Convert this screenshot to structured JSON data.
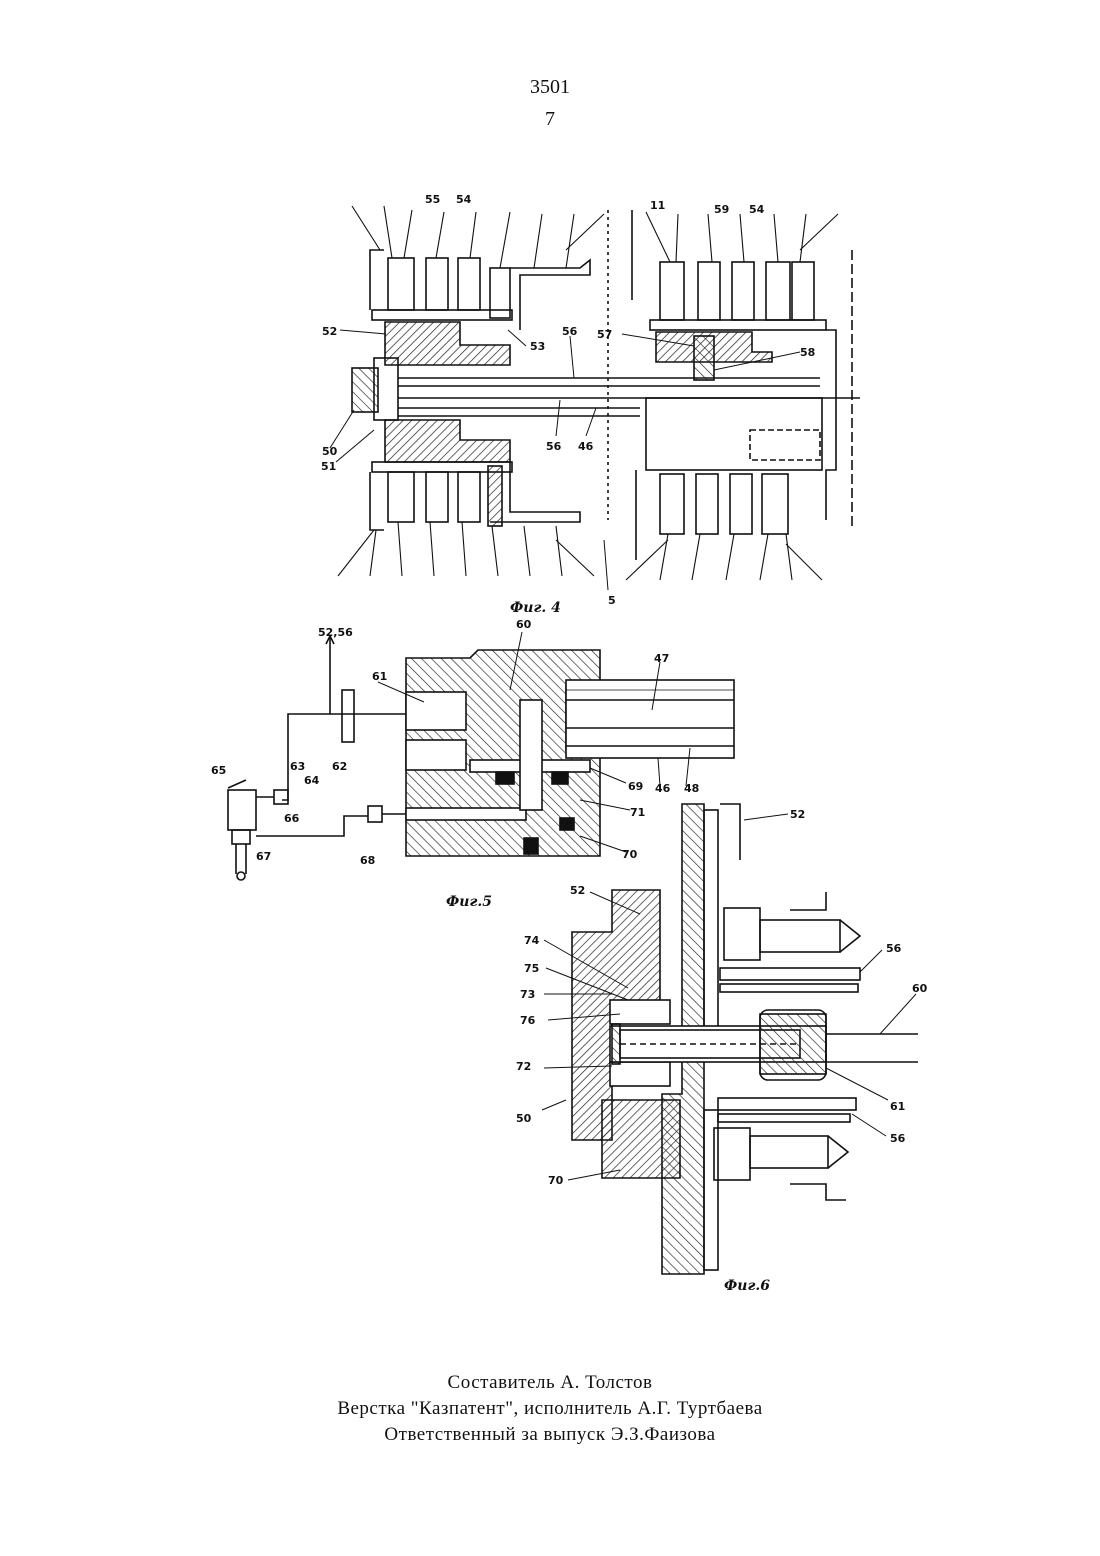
{
  "header": {
    "patent_number": "3501",
    "page_number": "7"
  },
  "figures": {
    "fig4": {
      "caption": "Фиг. 4",
      "labels": [
        "55",
        "54",
        "11",
        "59",
        "54",
        "52",
        "53",
        "56",
        "57",
        "58",
        "50",
        "51",
        "56",
        "46",
        "5"
      ]
    },
    "fig5": {
      "caption": "Фиг.5",
      "labels": [
        "52,56",
        "60",
        "47",
        "61",
        "62",
        "63",
        "64",
        "65",
        "66",
        "67",
        "68",
        "69",
        "46",
        "48",
        "71",
        "70"
      ]
    },
    "fig6": {
      "caption": "Фиг.6",
      "labels": [
        "52",
        "52",
        "74",
        "75",
        "73",
        "76",
        "72",
        "50",
        "70",
        "56",
        "60",
        "61",
        "56"
      ]
    }
  },
  "footer": {
    "line1": "Составитель  А.  Толстов",
    "line2": "Верстка  \"Казпатент\",  исполнитель    А.Г.  Туртбаева",
    "line3": "Ответственный  за  выпуск    Э.З.Фаизова"
  }
}
